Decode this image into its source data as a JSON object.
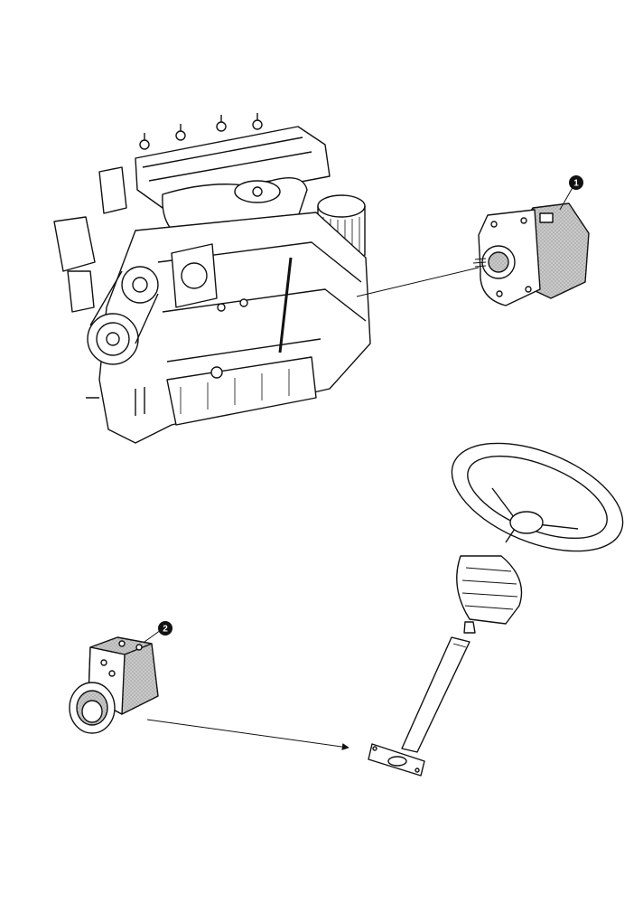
{
  "callouts": [
    {
      "number": "1",
      "part": "hydraulic-pump"
    },
    {
      "number": "2",
      "part": "steering-valve-block"
    }
  ],
  "colors": {
    "ink": "#111111",
    "shade": "#bdbdbd",
    "shade_dark": "#9a9a9a",
    "paper": "#ffffff"
  }
}
